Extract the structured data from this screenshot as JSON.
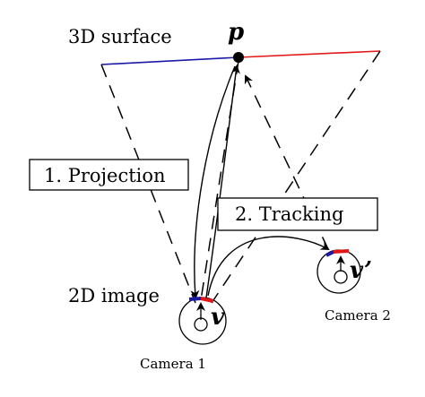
{
  "labels": {
    "surface": "3D surface",
    "point_p": "p",
    "image": "2D image",
    "projection": "1. Projection",
    "tracking": "2. Tracking",
    "point_v": "v",
    "point_v_prime": "v’",
    "camera1": "Camera 1",
    "camera2": "Camera 2"
  },
  "colors": {
    "blue": "#1a1aa6",
    "red": "#e01818",
    "ink": "#000000"
  }
}
